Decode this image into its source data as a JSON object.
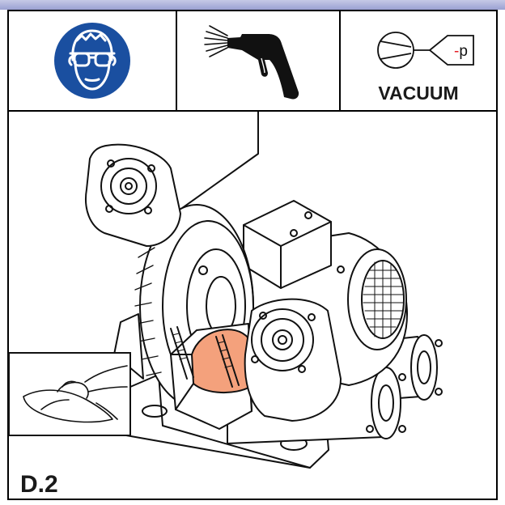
{
  "header": {
    "icons": [
      {
        "name": "safety-goggles-icon",
        "color": "#1a4fa0"
      },
      {
        "name": "air-blow-gun-icon"
      },
      {
        "name": "vacuum-pump-symbol-icon",
        "symbol_text": "-p",
        "minus_color": "#e41e26"
      }
    ],
    "vacuum_label": "VACUUM"
  },
  "illustration": {
    "subject": "side-channel-blower-assembly",
    "highlight_color": "#f4a17c",
    "inset": "cleaning-cloth-icon"
  },
  "step": {
    "label": "D.2"
  }
}
